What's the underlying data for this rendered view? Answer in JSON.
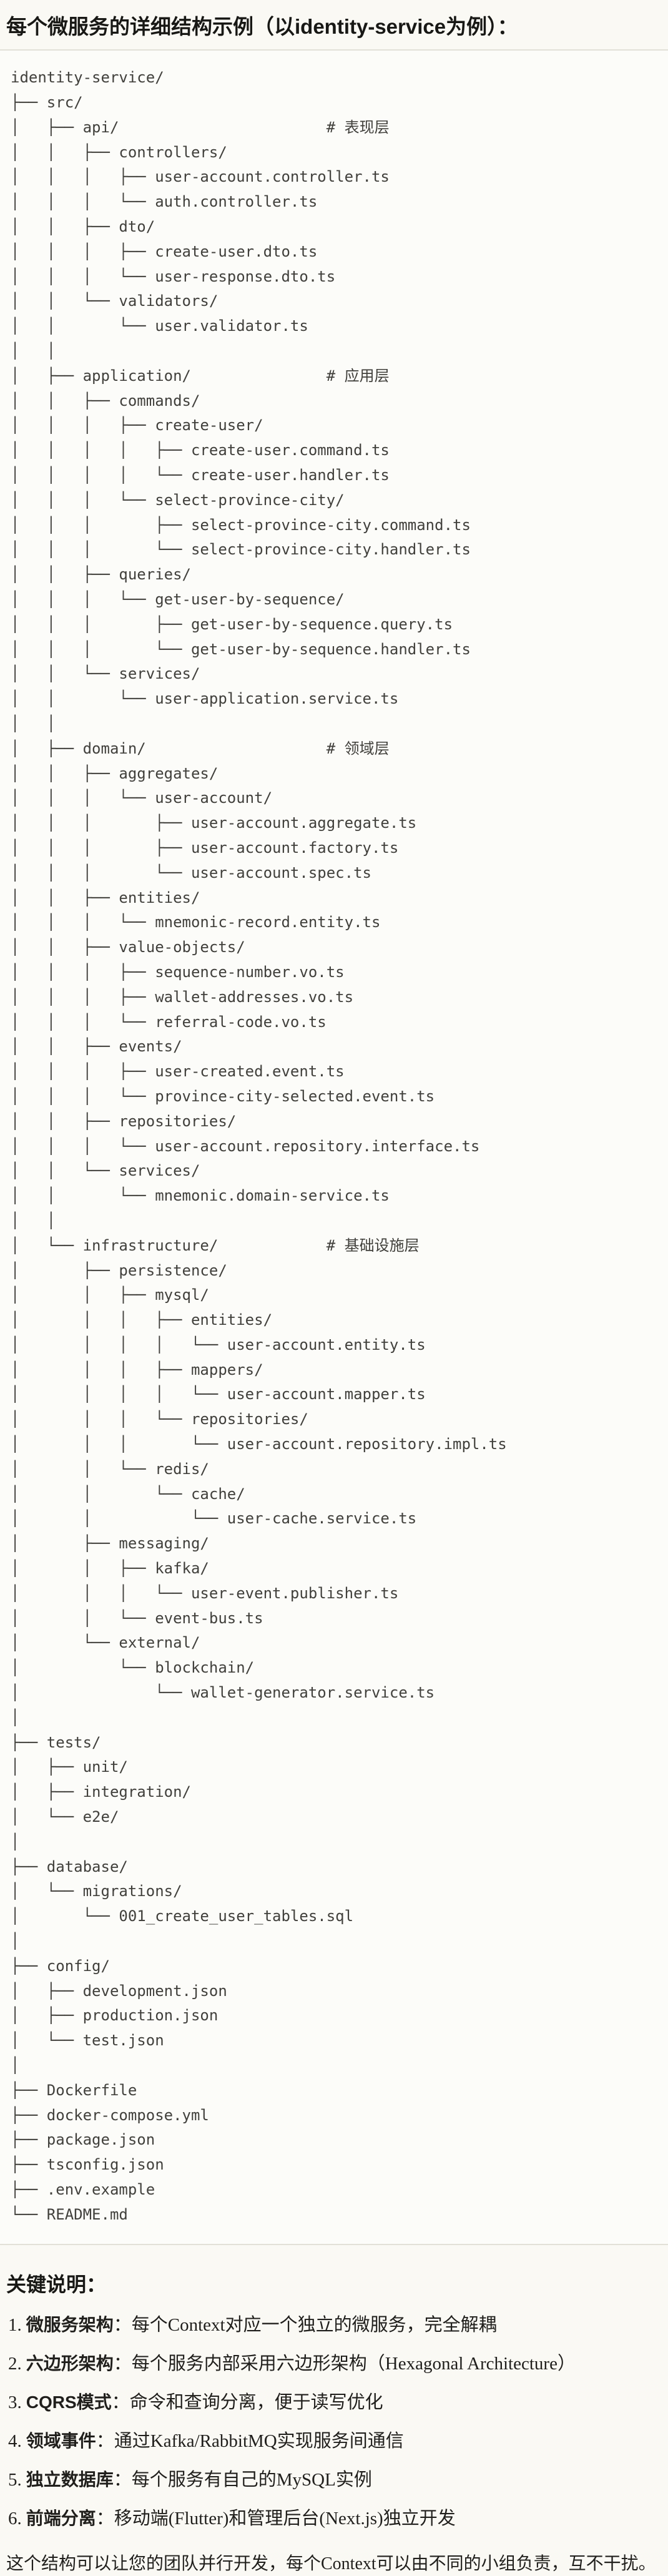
{
  "page": {
    "title": "每个微服务的详细结构示例（以identity-service为例）："
  },
  "code": {
    "tree": "identity-service/\n├── src/\n│   ├── api/                       # 表现层\n│   │   ├── controllers/\n│   │   │   ├── user-account.controller.ts\n│   │   │   └── auth.controller.ts\n│   │   ├── dto/\n│   │   │   ├── create-user.dto.ts\n│   │   │   └── user-response.dto.ts\n│   │   └── validators/\n│   │       └── user.validator.ts\n│   │\n│   ├── application/               # 应用层\n│   │   ├── commands/\n│   │   │   ├── create-user/\n│   │   │   │   ├── create-user.command.ts\n│   │   │   │   └── create-user.handler.ts\n│   │   │   └── select-province-city/\n│   │   │       ├── select-province-city.command.ts\n│   │   │       └── select-province-city.handler.ts\n│   │   ├── queries/\n│   │   │   └── get-user-by-sequence/\n│   │   │       ├── get-user-by-sequence.query.ts\n│   │   │       └── get-user-by-sequence.handler.ts\n│   │   └── services/\n│   │       └── user-application.service.ts\n│   │\n│   ├── domain/                    # 领域层\n│   │   ├── aggregates/\n│   │   │   └── user-account/\n│   │   │       ├── user-account.aggregate.ts\n│   │   │       ├── user-account.factory.ts\n│   │   │       └── user-account.spec.ts\n│   │   ├── entities/\n│   │   │   └── mnemonic-record.entity.ts\n│   │   ├── value-objects/\n│   │   │   ├── sequence-number.vo.ts\n│   │   │   ├── wallet-addresses.vo.ts\n│   │   │   └── referral-code.vo.ts\n│   │   ├── events/\n│   │   │   ├── user-created.event.ts\n│   │   │   └── province-city-selected.event.ts\n│   │   ├── repositories/\n│   │   │   └── user-account.repository.interface.ts\n│   │   └── services/\n│   │       └── mnemonic.domain-service.ts\n│   │\n│   └── infrastructure/            # 基础设施层\n│       ├── persistence/\n│       │   ├── mysql/\n│       │   │   ├── entities/\n│       │   │   │   └── user-account.entity.ts\n│       │   │   ├── mappers/\n│       │   │   │   └── user-account.mapper.ts\n│       │   │   └── repositories/\n│       │   │       └── user-account.repository.impl.ts\n│       │   └── redis/\n│       │       └── cache/\n│       │           └── user-cache.service.ts\n│       ├── messaging/\n│       │   ├── kafka/\n│       │   │   └── user-event.publisher.ts\n│       │   └── event-bus.ts\n│       └── external/\n│           └── blockchain/\n│               └── wallet-generator.service.ts\n│\n├── tests/\n│   ├── unit/\n│   ├── integration/\n│   └── e2e/\n│\n├── database/\n│   └── migrations/\n│       └── 001_create_user_tables.sql\n│\n├── config/\n│   ├── development.json\n│   ├── production.json\n│   └── test.json\n│\n├── Dockerfile\n├── docker-compose.yml\n├── package.json\n├── tsconfig.json\n├── .env.example\n└── README.md"
  },
  "notes": {
    "heading": "关键说明：",
    "items": [
      {
        "num": "1.",
        "term": "微服务架构",
        "desc": "：每个Context对应一个独立的微服务，完全解耦"
      },
      {
        "num": "2.",
        "term": "六边形架构",
        "desc": "：每个服务内部采用六边形架构（Hexagonal Architecture）"
      },
      {
        "num": "3.",
        "term": "CQRS模式",
        "desc": "：命令和查询分离，便于读写优化"
      },
      {
        "num": "4.",
        "term": "领域事件",
        "desc": "：通过Kafka/RabbitMQ实现服务间通信"
      },
      {
        "num": "5.",
        "term": "独立数据库",
        "desc": "：每个服务有自己的MySQL实例"
      },
      {
        "num": "6.",
        "term": "前端分离",
        "desc": "：移动端(Flutter)和管理后台(Next.js)独立开发"
      }
    ],
    "footer": "这个结构可以让您的团队并行开发，每个Context可以由不同的小组负责，互不干扰。"
  }
}
